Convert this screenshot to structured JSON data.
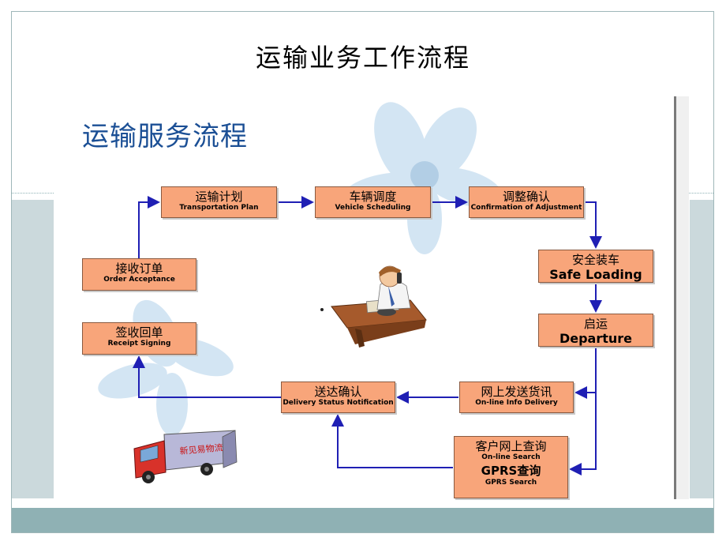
{
  "slide": {
    "title": "运输业务工作流程"
  },
  "figure": {
    "title": "运输服务流程",
    "truck_logo": "新见易物流"
  },
  "boxes": {
    "transport_plan": {
      "cn": "运输计划",
      "en": "Transportation Plan"
    },
    "vehicle_sched": {
      "cn": "车辆调度",
      "en": "Vehicle Scheduling"
    },
    "confirm_adjust": {
      "cn": "调整确认",
      "en": "Confirmation of Adjustment"
    },
    "safe_loading": {
      "cn": "安全装车",
      "en": "Safe Loading"
    },
    "departure": {
      "cn": "启运",
      "en": "Departure"
    },
    "online_info": {
      "cn": "网上发送货讯",
      "en": "On-line Info Delivery"
    },
    "customer_search": {
      "cn": "客户网上查询",
      "en": "On-line Search",
      "cn2": "GPRS查询",
      "en2": "GPRS Search"
    },
    "delivery_notify": {
      "cn": "送达确认",
      "en": "Delivery Status Notification"
    },
    "receipt": {
      "cn": "签收回单",
      "en": "Receipt Signing"
    },
    "order": {
      "cn": "接收订单",
      "en": "Order Acceptance"
    }
  },
  "colors": {
    "box_fill": "#f8a57a",
    "arrow": "#1f1fb4",
    "title_blue": "#1b4f95",
    "footer": "#8fb1b4"
  }
}
